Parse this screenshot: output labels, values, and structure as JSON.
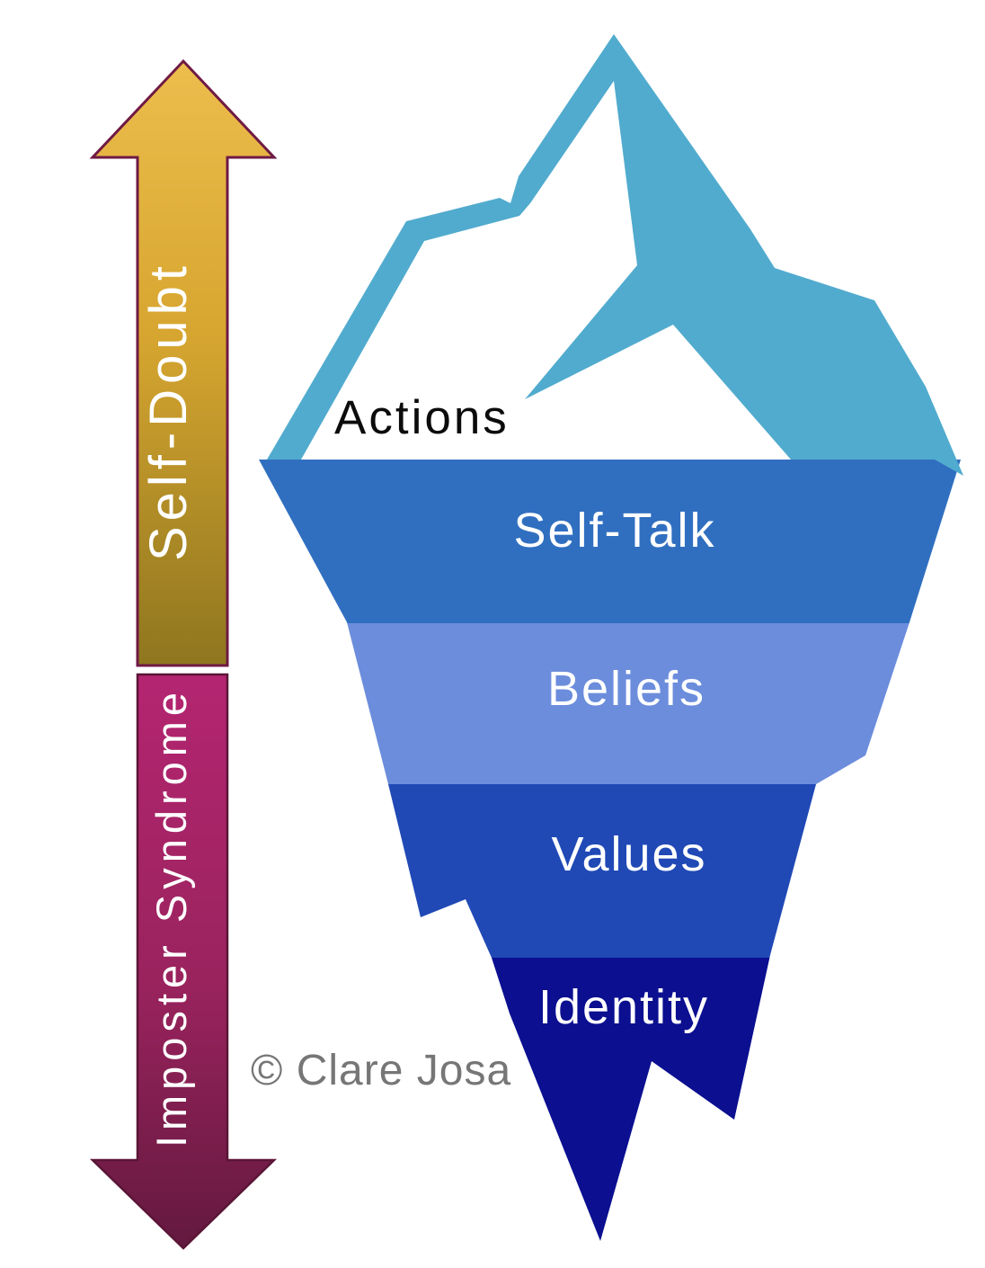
{
  "diagram": {
    "type": "iceberg",
    "background": "#ffffff"
  },
  "arrows": {
    "up": {
      "label": "Self-Doubt",
      "fill_top": "#EDBD4D",
      "fill_mid": "#D7A630",
      "fill_bottom": "#8F761F",
      "outline": "#6F1A44"
    },
    "down": {
      "label": "Imposter Syndrome",
      "fill_top": "#B42571",
      "fill_mid": "#99235D",
      "fill_bottom": "#63193F",
      "outline": "#5A1536"
    }
  },
  "iceberg": {
    "above_water_label": "Actions",
    "above_water_color": "#51ABCE",
    "layers": [
      {
        "label": "Self-Talk",
        "color": "#306FC0"
      },
      {
        "label": "Beliefs",
        "color": "#6C8DDC"
      },
      {
        "label": "Values",
        "color": "#2049B6"
      },
      {
        "label": "Identity",
        "color": "#0B0F90"
      }
    ]
  },
  "credit": "© Clare Josa",
  "text_colors": {
    "actions": "#0c0c0c",
    "band_labels": "#ffffff",
    "credit": "#767676"
  }
}
